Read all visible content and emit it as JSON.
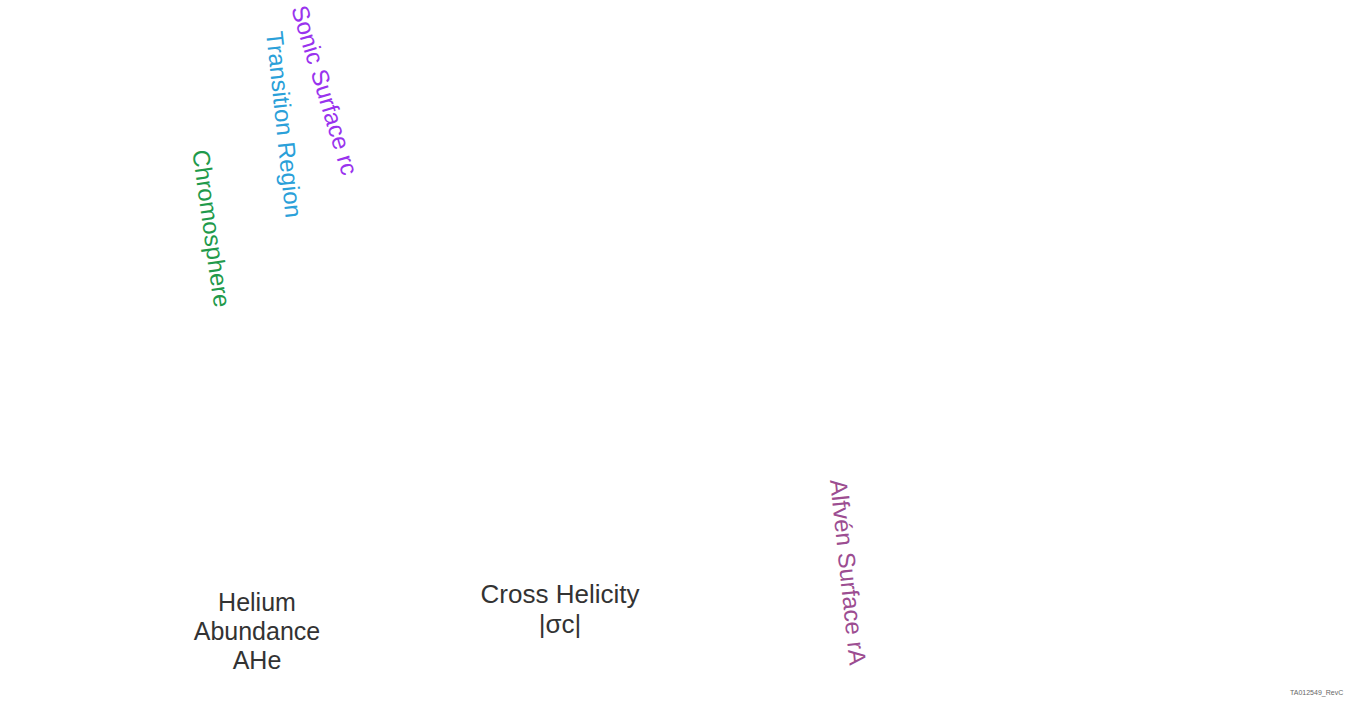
{
  "diagram": {
    "nodes": [
      {
        "text": [
          "Chromosphere"
        ]
      },
      {
        "text": [
          "Transition Region"
        ]
      },
      {
        "text": [
          "Cross Helicity |σc|"
        ]
      }
    ],
    "labels": [
      "Sonic Surface rc",
      "Alfvén Surface rA",
      "Helium Abundance AHe",
      "TA012549_RevC"
    ]
  }
}
